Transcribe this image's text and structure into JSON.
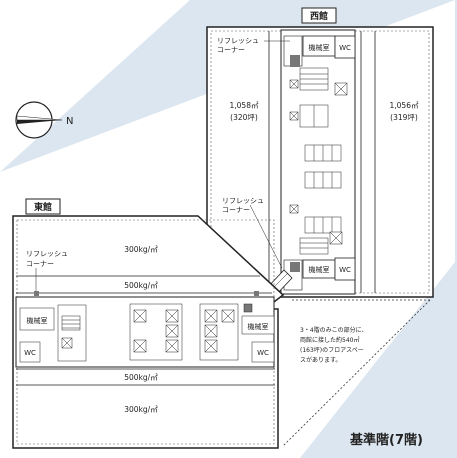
{
  "floor_title": "基準階(7階)",
  "buildings": {
    "west": {
      "name": "西館",
      "left_area": "1,058㎡",
      "left_tsubo": "(320坪)",
      "right_area": "1,056㎡",
      "right_tsubo": "(319坪)",
      "refresh_top_line1": "リフレッシュ",
      "refresh_top_line2": "コーナー",
      "refresh_mid_line1": "リフレッシュ",
      "refresh_mid_line2": "コーナー",
      "machine_top": "機械室",
      "wc_top": "WC",
      "machine_bottom": "機械室",
      "wc_bottom": "WC"
    },
    "east": {
      "name": "東館",
      "upper_load": "300kg/㎡",
      "upper_load2": "500kg/㎡",
      "lower_load2": "500kg/㎡",
      "lower_load": "300kg/㎡",
      "refresh_line1": "リフレッシュ",
      "refresh_line2": "コーナー",
      "machine_left": "機械室",
      "wc_left": "WC",
      "machine_right": "機械室",
      "wc_right": "WC"
    }
  },
  "note": {
    "line1": "3・4階のみこの部分に、",
    "line2": "両館に接した約540㎡",
    "line3": "(163坪)のフロアスペー",
    "line4": "スがあります。"
  },
  "compass": {
    "direction_label": "N",
    "icon": "compass-icon"
  },
  "colors": {
    "background_band": "#dce6f0",
    "line": "#222222",
    "fill_white": "#ffffff",
    "grey": "#bbbbbb"
  }
}
